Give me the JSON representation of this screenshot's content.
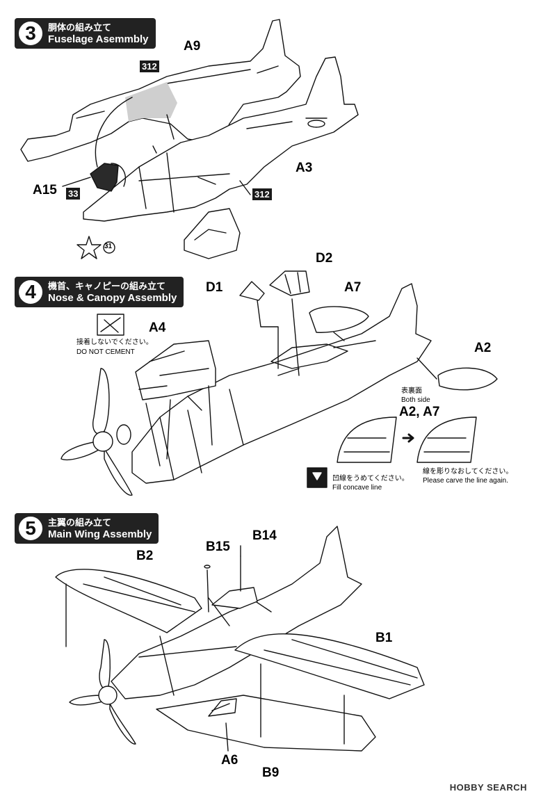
{
  "steps": [
    {
      "number": "3",
      "title_jp": "胴体の組み立て",
      "title_en": "Fuselage Asemmbly"
    },
    {
      "number": "4",
      "title_jp": "機首、キャノピーの組み立て",
      "title_en": "Nose & Canopy Assembly"
    },
    {
      "number": "5",
      "title_jp": "主翼の組み立て",
      "title_en": "Main Wing Assembly"
    }
  ],
  "step3": {
    "parts": {
      "a9": "A9",
      "a3": "A3",
      "a15": "A15"
    },
    "codes": {
      "c312_top": "312",
      "c312_bottom": "312",
      "c33": "33",
      "c31": "31"
    }
  },
  "step4": {
    "parts": {
      "d1": "D1",
      "d2": "D2",
      "a7": "A7",
      "a4": "A4",
      "a2": "A2",
      "a2a7": "A2, A7"
    },
    "notes": {
      "no_cement_jp": "接着しないでください。",
      "no_cement_en": "DO NOT CEMENT",
      "both_side_jp": "表裏面",
      "both_side_en": "Both side",
      "fill_jp": "凹線をうめてください。",
      "fill_en": "Fill concave line",
      "carve_jp": "線を彫りなおしてください。",
      "carve_en": "Please carve the line again."
    }
  },
  "step5": {
    "parts": {
      "b2": "B2",
      "b15": "B15",
      "b14": "B14",
      "b1": "B1",
      "a6": "A6",
      "b9": "B9"
    }
  },
  "watermark": "HOBBY SEARCH"
}
